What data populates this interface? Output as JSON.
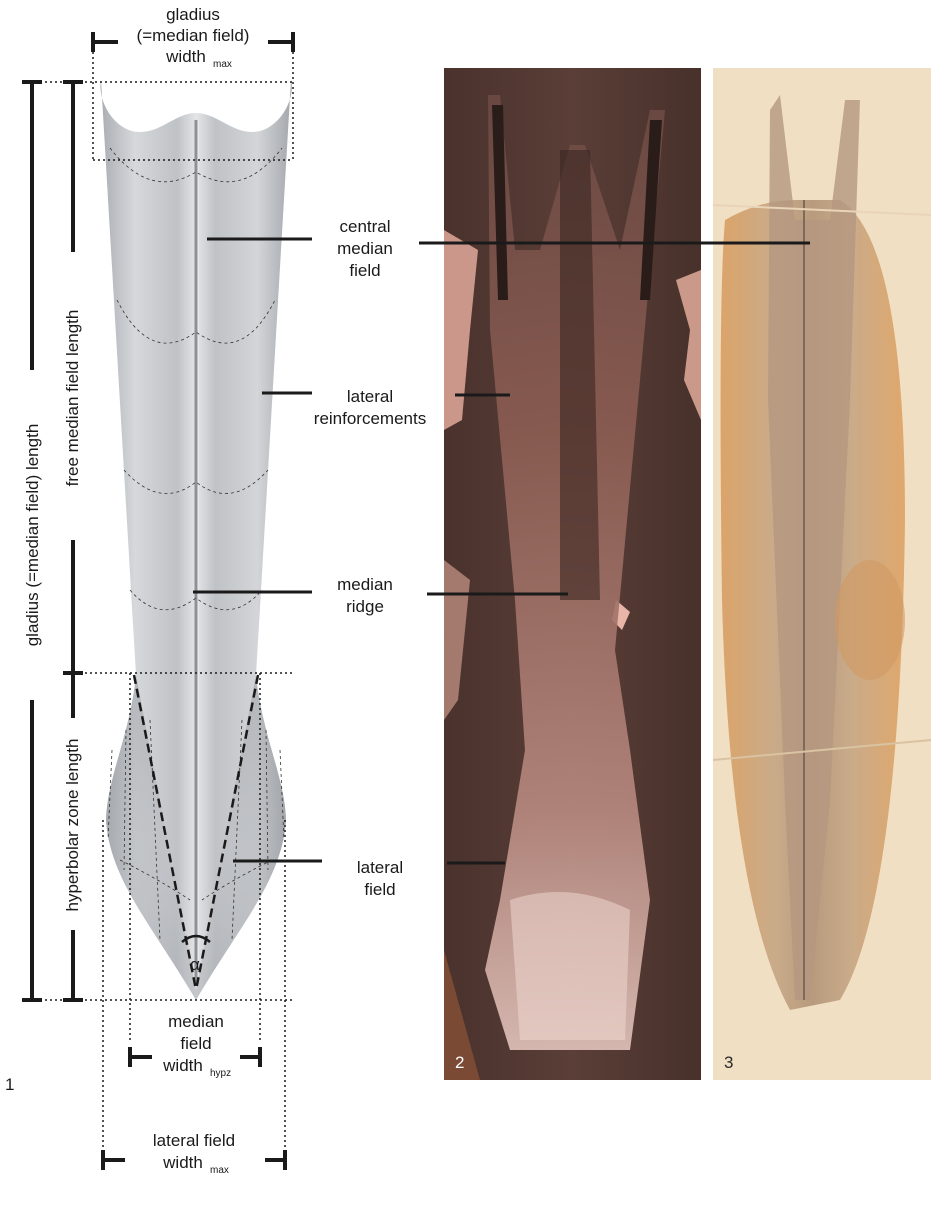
{
  "panel_numbers": [
    "1",
    "2",
    "3"
  ],
  "labels": {
    "gladius_width_l1": "gladius",
    "gladius_width_l2": "(=median field)",
    "gladius_width_l3": "width",
    "gladius_width_sub": "max",
    "gladius_length": "gladius (=median field)  length",
    "free_median_length": "free median  field length",
    "hyperbolar_zone_length": "hyperbolar zone length",
    "central_median_field_l1": "central",
    "central_median_field_l2": "median",
    "central_median_field_l3": "field",
    "lateral_reinforcements_l1": "lateral",
    "lateral_reinforcements_l2": "reinforcements",
    "median_ridge_l1": "median",
    "median_ridge_l2": "ridge",
    "lateral_field_l1": "lateral",
    "lateral_field_l2": "field",
    "median_field_width_l1": "median",
    "median_field_width_l2": "field",
    "median_field_width_l3": "width",
    "median_field_width_sub": "hypz",
    "lateral_field_width_l1": "lateral field",
    "lateral_field_width_l2": "width",
    "lateral_field_width_sub": "max",
    "alpha": "α"
  },
  "colors": {
    "gladius_fill": "#c4c7cb",
    "gladius_dark": "#9da1a6",
    "photo2_background": "#4f3630",
    "photo2_specimen": "#b98a80",
    "photo3_background": "#f1dfc3",
    "photo3_specimen": "#d9a97a"
  }
}
